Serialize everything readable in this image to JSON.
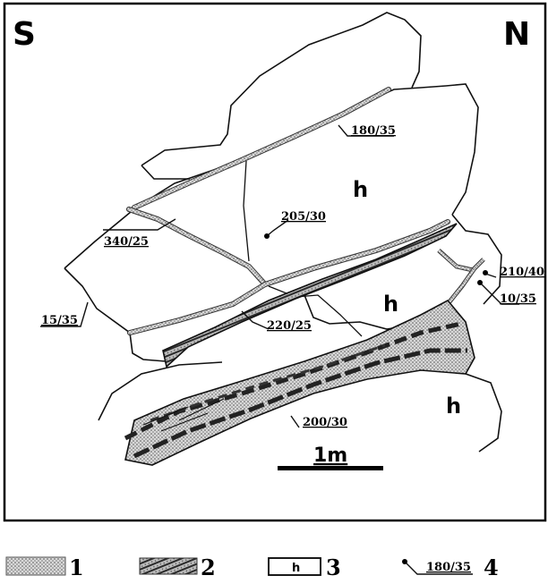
{
  "orientation": {
    "south": "S",
    "north": "N"
  },
  "measurements": {
    "m1": "180/35",
    "m2": "205/30",
    "m3": "340/25",
    "m4": "210/40",
    "m5": "10/35",
    "m6": "15/35",
    "m7": "220/25",
    "m8": "200/30"
  },
  "host_rock_labels": {
    "h1": "h",
    "h2": "h",
    "h3": "h"
  },
  "scale_bar": {
    "label": "1m"
  },
  "legend": [
    {
      "number": "1"
    },
    {
      "number": "2"
    },
    {
      "number": "3",
      "symbol_text": "h"
    },
    {
      "number": "4",
      "symbol_text": "180/35"
    }
  ]
}
